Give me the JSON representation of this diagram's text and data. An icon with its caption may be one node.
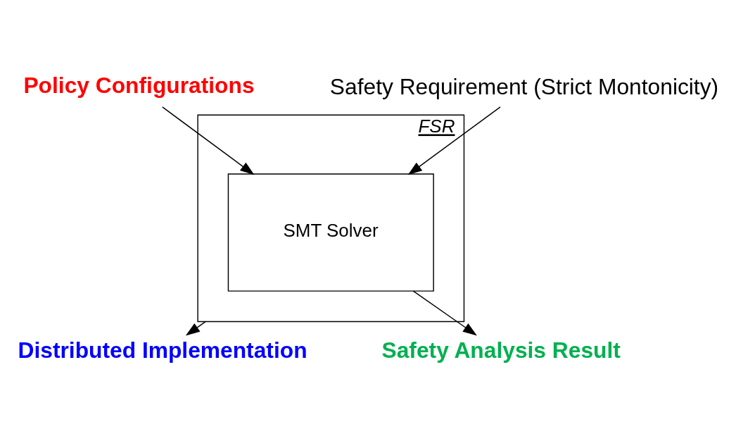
{
  "diagram": {
    "nodes": [
      {
        "text": [
          "FSR"
        ]
      },
      {
        "text": [
          "Policy Configurations"
        ]
      },
      {
        "text": [
          "SMT Solver"
        ],
        "in": 0
      },
      {
        "text": [
          "Safety Requirement (Strict Montonicity)"
        ]
      },
      {
        "text": [
          "Distributed Implementation"
        ]
      },
      {
        "text": [
          "Safety Analysis Result"
        ]
      }
    ],
    "edges": [
      {
        "from": 1,
        "to": 2,
        "arrow": "to"
      },
      {
        "from": 3,
        "to": 2,
        "arrow": "to"
      },
      {
        "from": 0,
        "to": 4,
        "arrow": "to"
      },
      {
        "from": 2,
        "to": 5,
        "arrow": "to"
      }
    ]
  }
}
